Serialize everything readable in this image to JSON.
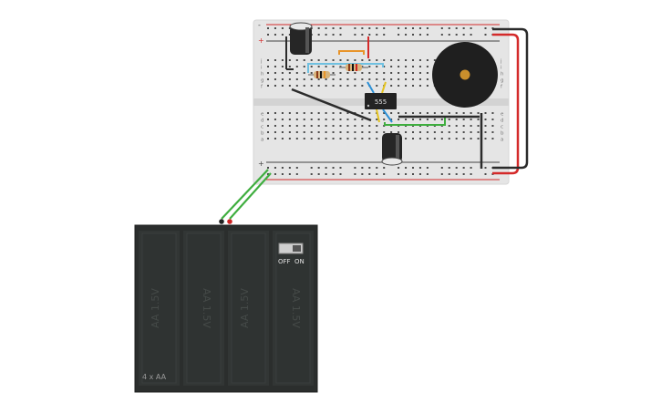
{
  "ic": {
    "label": "555"
  },
  "battery": {
    "cell_label": "AA 1.5V",
    "pack_label": "4 x AA",
    "switch_off": "OFF",
    "switch_on": "ON"
  },
  "breadboard": {
    "plus": "+",
    "minus": "-",
    "row_letters_top": [
      "j",
      "i",
      "h",
      "g",
      "f"
    ],
    "row_letters_bottom": [
      "e",
      "d",
      "c",
      "b",
      "a"
    ]
  },
  "colors": {
    "board": "#e5e5e5",
    "rail_red": "#d42a2a",
    "rail_dark": "#333333",
    "wire_red": "#d42a2a",
    "wire_black": "#2b2b2b",
    "wire_green": "#3fae3f",
    "wire_blue": "#2a8fd6",
    "wire_yellow": "#e4c21e",
    "wire_orange": "#e8942a",
    "battery_body": "#2b2e2d",
    "buzzer_center": "#c98f2c"
  }
}
